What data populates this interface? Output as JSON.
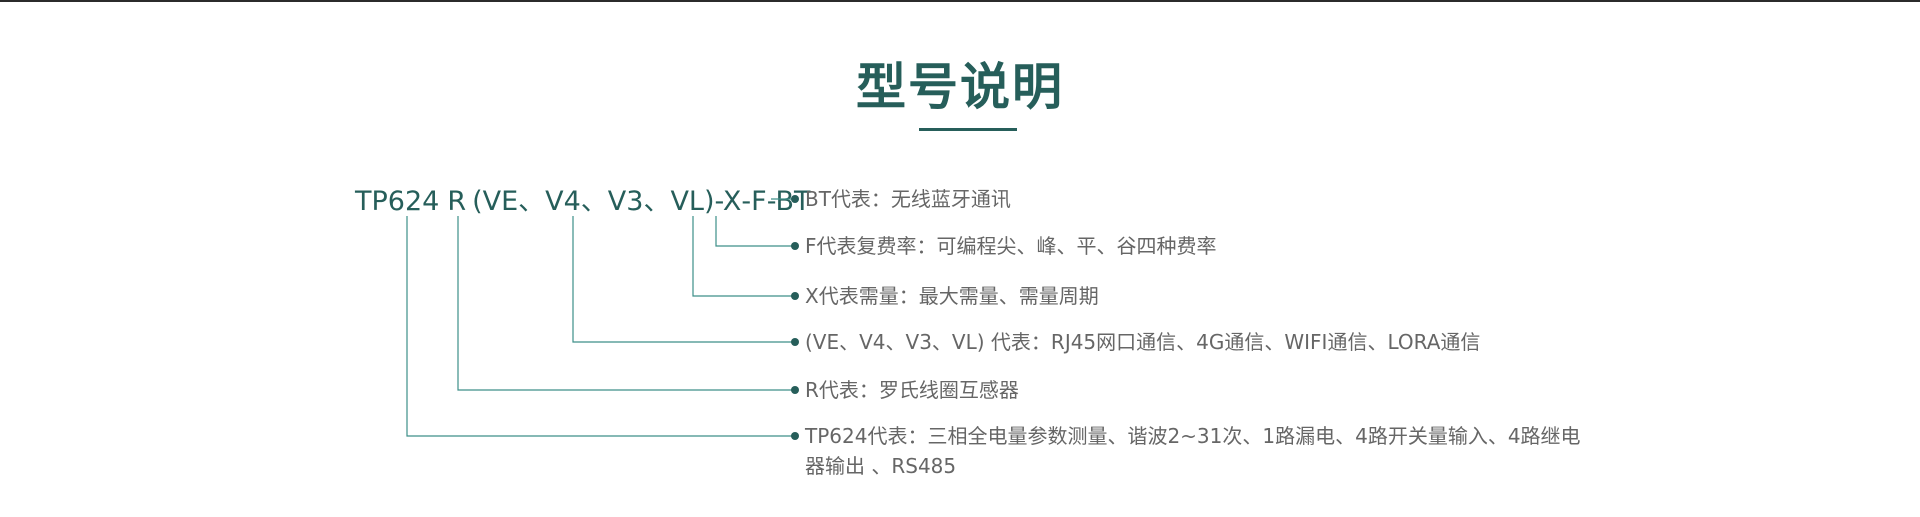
{
  "title": "型号说明",
  "model": {
    "base": "TP624",
    "r": "R",
    "comm": "(VE、V4、V3、VL)",
    "x": "-X",
    "f": "-F",
    "bt": "-BT"
  },
  "descriptions": {
    "bt": "BT代表：无线蓝牙通讯",
    "f": "F代表复费率：可编程尖、峰、平、谷四种费率",
    "x": "X代表需量：最大需量、需量周期",
    "comm": "(VE、V4、V3、VL) 代表：RJ45网口通信、4G通信、WIFI通信、LORA通信",
    "r": "R代表：罗氏线圈互感器",
    "base": "TP624代表：三相全电量参数测量、谐波2~31次、1路漏电、4路开关量输入、4路继电器输出 、RS485"
  },
  "colors": {
    "accent": "#265e5a",
    "line": "#3d8f89",
    "text": "#666666"
  }
}
